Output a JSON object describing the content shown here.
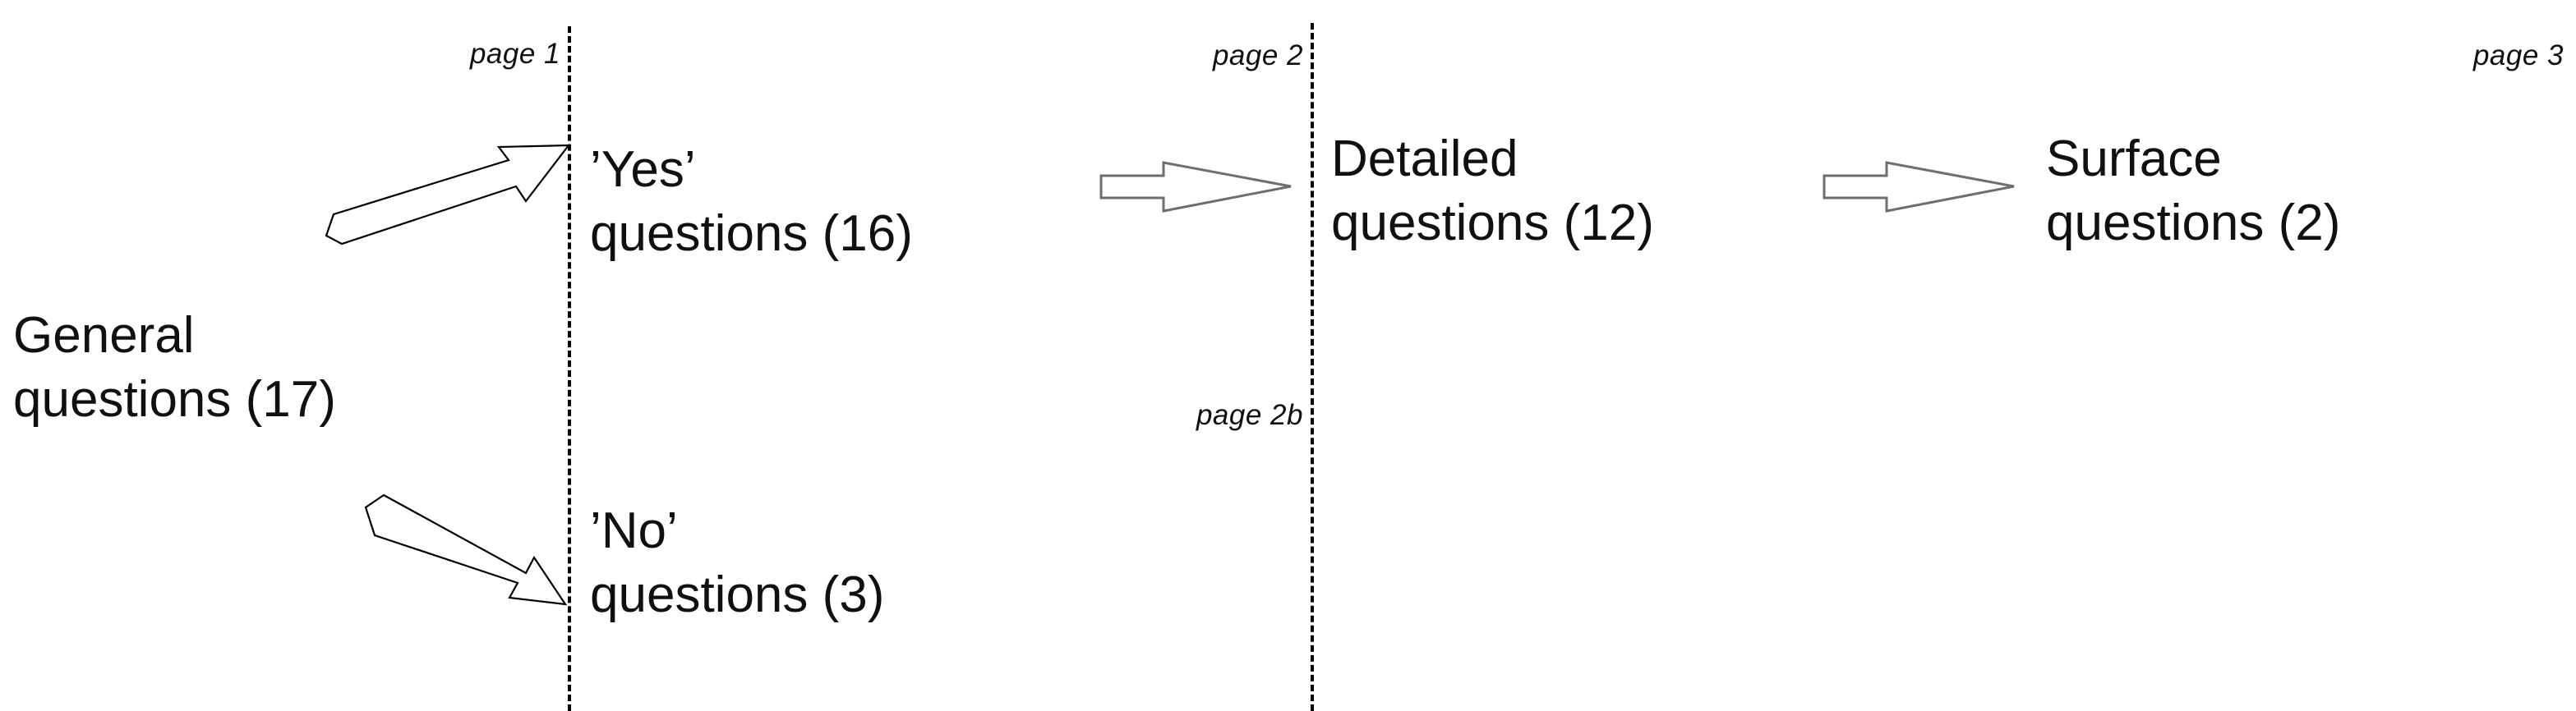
{
  "diagram": {
    "title": "Questionnaire page flow",
    "background_color": "#ffffff",
    "text_color": "#101010",
    "divider_color": "#000000",
    "block_arrow_outline_color": "#6e6e6e",
    "thin_arrow_outline_color": "#000000"
  },
  "page_labels": {
    "page1": "page 1",
    "page2": "page 2",
    "page2b": "page 2b",
    "page3": "page 3"
  },
  "nodes": {
    "general": {
      "line1": "General",
      "line2": "questions (17)",
      "count": 17
    },
    "yes": {
      "line1": "’Yes’",
      "line2": "questions (16)",
      "count": 16
    },
    "no": {
      "line1": "’No’",
      "line2": "questions (3)",
      "count": 3
    },
    "detailed": {
      "line1": "Detailed",
      "line2": "questions (12)",
      "count": 12
    },
    "surface": {
      "line1": "Surface",
      "line2": "questions (2)",
      "count": 2
    }
  },
  "arrows": {
    "general_to_yes": "arrow-up-right-icon",
    "general_to_no": "arrow-down-right-icon",
    "yes_to_detailed": "block-arrow-right-icon",
    "detailed_to_surface": "block-arrow-right-icon"
  }
}
